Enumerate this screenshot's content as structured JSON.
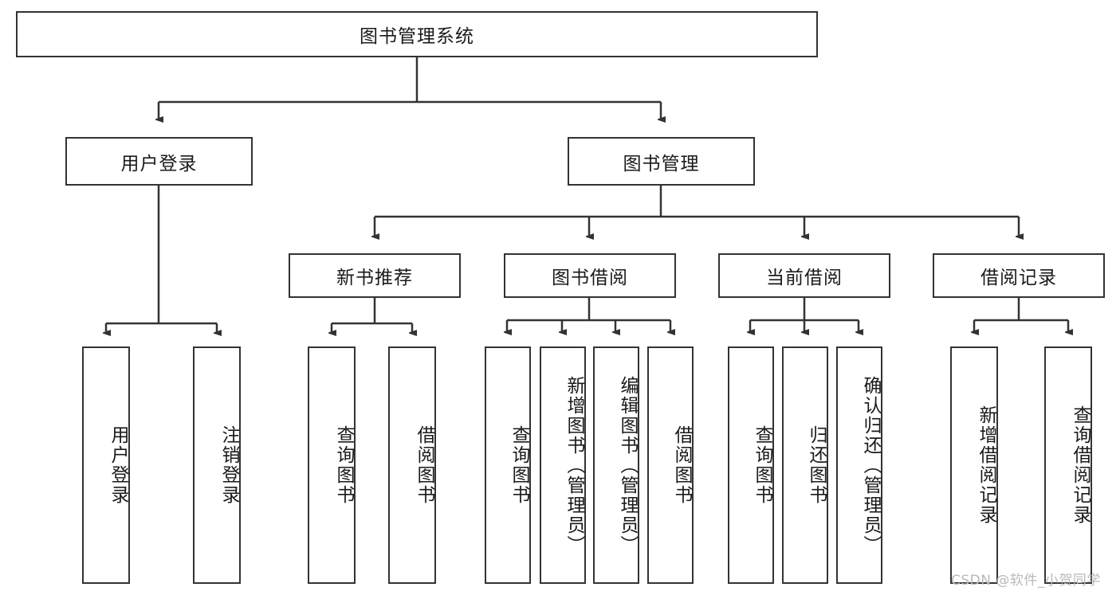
{
  "diagram": {
    "title": "图书管理系统",
    "type": "tree-hierarchy",
    "root": {
      "label": "图书管理系统"
    },
    "level2": [
      {
        "label": "用户登录"
      },
      {
        "label": "图书管理"
      }
    ],
    "level3": [
      {
        "label": "新书推荐"
      },
      {
        "label": "图书借阅"
      },
      {
        "label": "当前借阅"
      },
      {
        "label": "借阅记录"
      }
    ],
    "leaves": {
      "user_login": [
        {
          "label": "用户登录"
        },
        {
          "label": "注销登录"
        }
      ],
      "new_book_recommend": [
        {
          "label": "查询图书"
        },
        {
          "label": "借阅图书"
        }
      ],
      "book_borrow": [
        {
          "label": "查询图书"
        },
        {
          "label": "新增图书（管理员）"
        },
        {
          "label": "编辑图书（管理员）"
        },
        {
          "label": "借阅图书"
        }
      ],
      "current_borrow": [
        {
          "label": "查询图书"
        },
        {
          "label": "归还图书"
        },
        {
          "label": "确认归还（管理员）"
        }
      ],
      "borrow_record": [
        {
          "label": "新增借阅记录"
        },
        {
          "label": "查询借阅记录"
        }
      ]
    }
  },
  "watermark": {
    "text": "CSDN @软件_小贺同学"
  },
  "colors": {
    "border": "#333333",
    "background": "#ffffff",
    "text": "#1a1a1a",
    "watermark": "#b9b9b9"
  }
}
